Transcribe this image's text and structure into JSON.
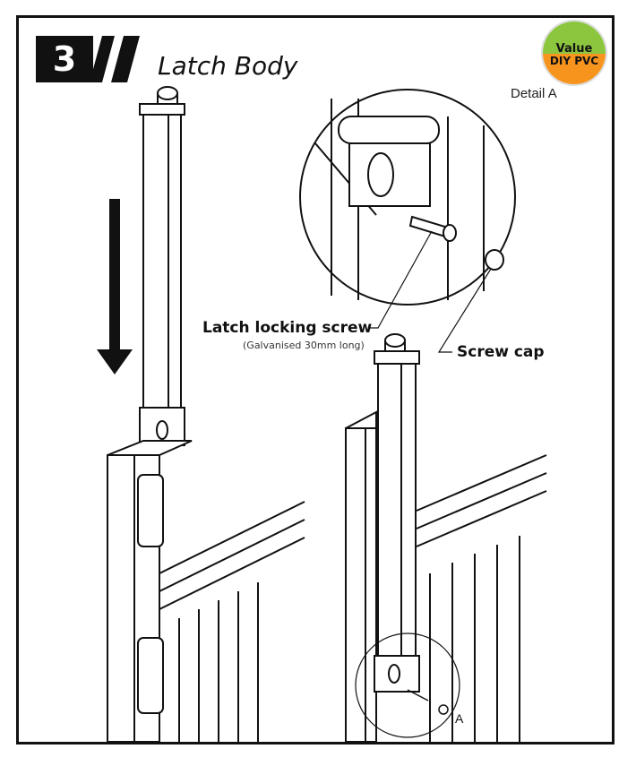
{
  "header": {
    "step_number": "3",
    "title": "Latch Body"
  },
  "logo": {
    "line1": "Value",
    "line2": "DIY PVC"
  },
  "labels": {
    "detail": "Detail A",
    "screw": "Latch locking screw",
    "screw_note": "(Galvanised 30mm long)",
    "cap": "Screw cap",
    "marker": "A"
  }
}
